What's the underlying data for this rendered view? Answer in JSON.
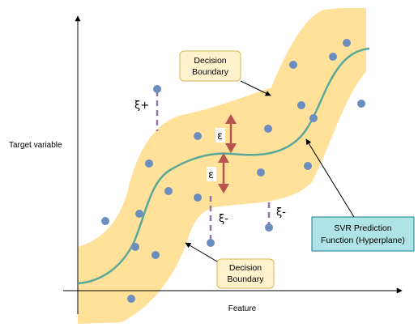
{
  "axes": {
    "x_label": "Feature",
    "y_label": "Target variable"
  },
  "callouts": {
    "boundary_top": [
      "Decision",
      "Boundary"
    ],
    "boundary_bottom": [
      "Decision",
      "Boundary"
    ],
    "svr": [
      "SVR Prediction",
      "Function (Hyperplane)"
    ]
  },
  "symbols": {
    "epsilon": "ε",
    "xi_plus": "ξ+",
    "xi_minus": "ξ-"
  },
  "colors": {
    "band": "#FFE199",
    "curve": "#5AA89A",
    "point": "#6C8EBF",
    "epsilon_arrow": "#B85450",
    "slack": "#9673A6",
    "callout_fill": "#FFF2CC",
    "callout_stroke": "#D6B656",
    "svr_fill": "#B0E3E6",
    "svr_stroke": "#0E8088"
  }
}
